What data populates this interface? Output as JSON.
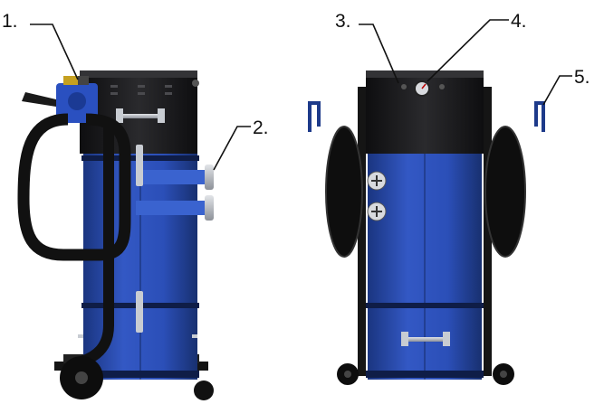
{
  "callouts": {
    "c1": "1.",
    "c2": "2.",
    "c3": "3.",
    "c4": "4.",
    "c5": "5."
  },
  "colors": {
    "body_blue": "#2b4fb8",
    "body_blue_dark": "#1a3580",
    "head_black": "#1c1c1e",
    "hose_black": "#111111",
    "frame_black": "#151515",
    "steel": "#b8bcc4",
    "callout_line": "#111111"
  },
  "icons": {
    "gauge": "pressure-gauge-icon",
    "wheel": "wheel-icon",
    "outlet": "power-outlet-icon",
    "clamp": "latch-clamp-icon"
  }
}
